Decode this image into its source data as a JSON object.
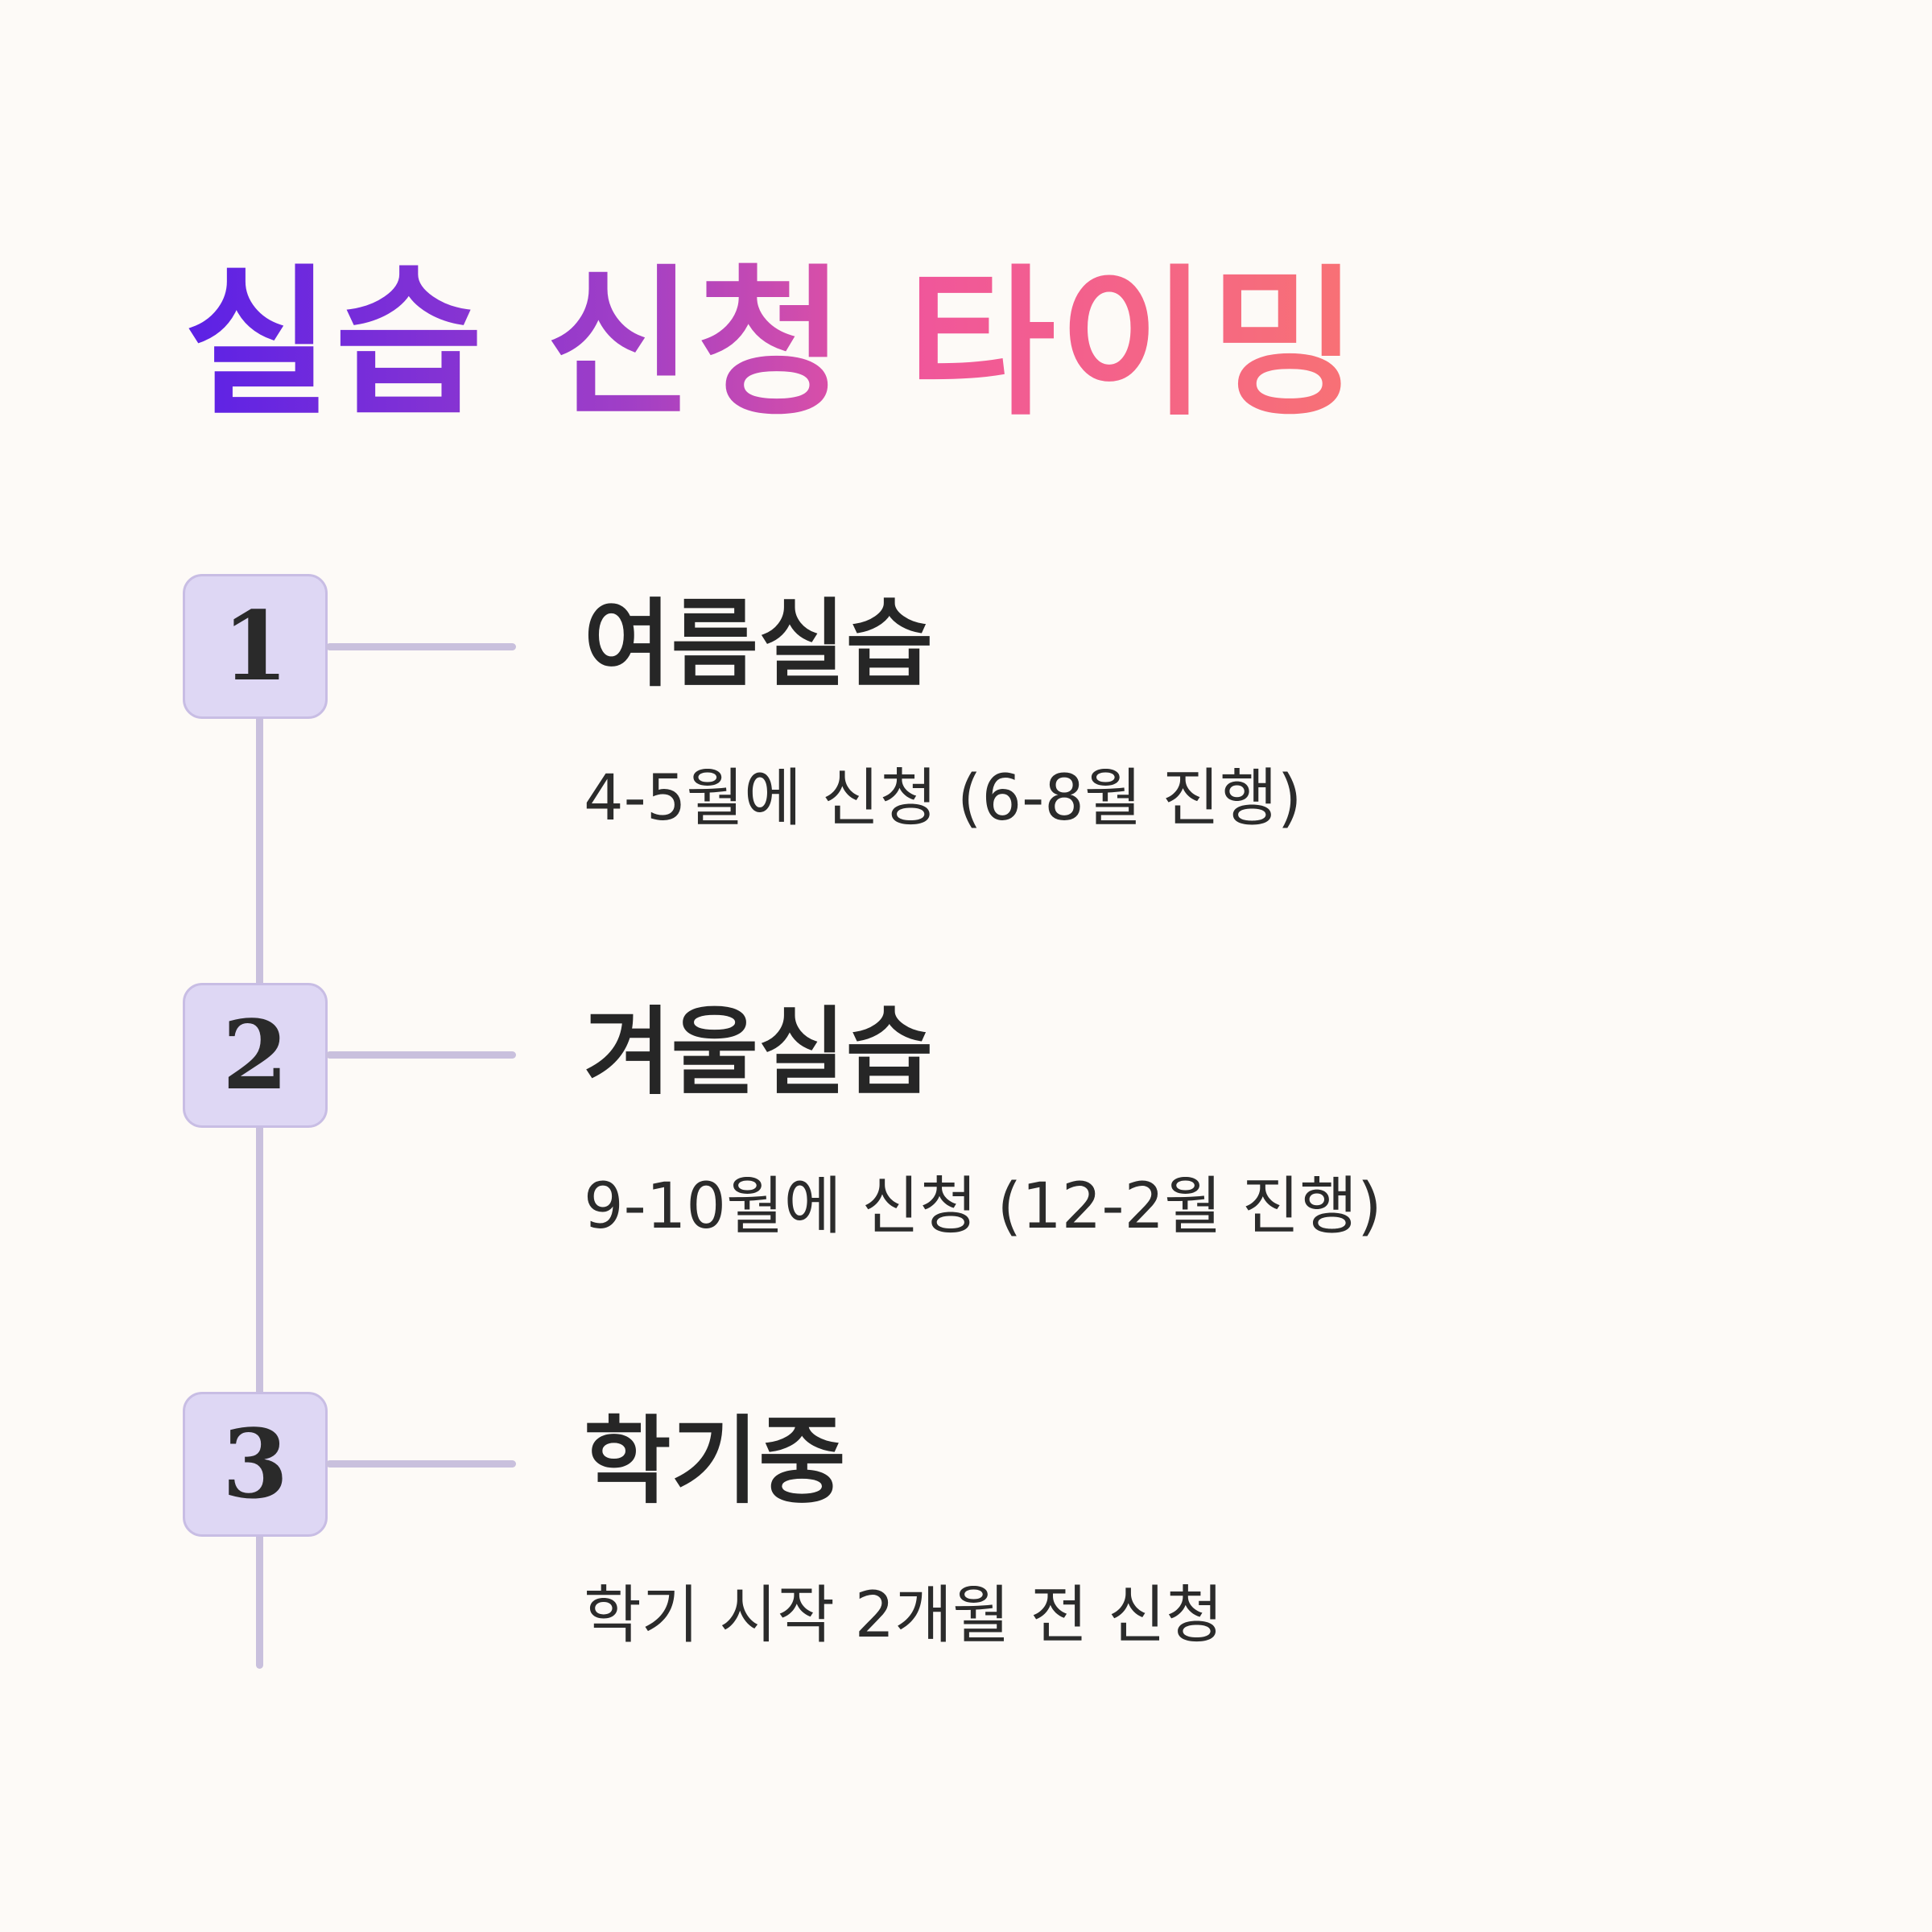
{
  "title": "실습 신청 타이밍",
  "steps": [
    {
      "number": "1",
      "title": "여름실습",
      "description": "4-5월에 신청 (6-8월 진행)"
    },
    {
      "number": "2",
      "title": "겨울실습",
      "description": "9-10월에 신청 (12-2월 진행)"
    },
    {
      "number": "3",
      "title": "학기중",
      "description": "학기 시작 2개월 전 신청"
    }
  ],
  "colors": {
    "background": "#fdfaf7",
    "badge_fill": "#ded7f4",
    "line": "#c9c0dd",
    "title_gradient_start": "#5b21e6",
    "title_gradient_end": "#f87274",
    "text": "#262626"
  }
}
